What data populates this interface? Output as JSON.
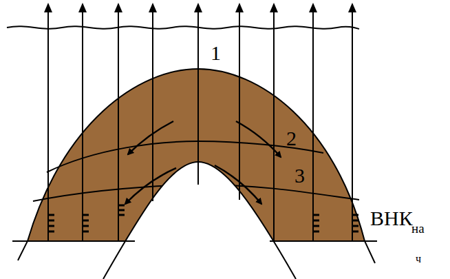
{
  "diagram": {
    "labels": [
      "1",
      "2",
      "3",
      "ВНК",
      "на",
      "ч"
    ]
  }
}
